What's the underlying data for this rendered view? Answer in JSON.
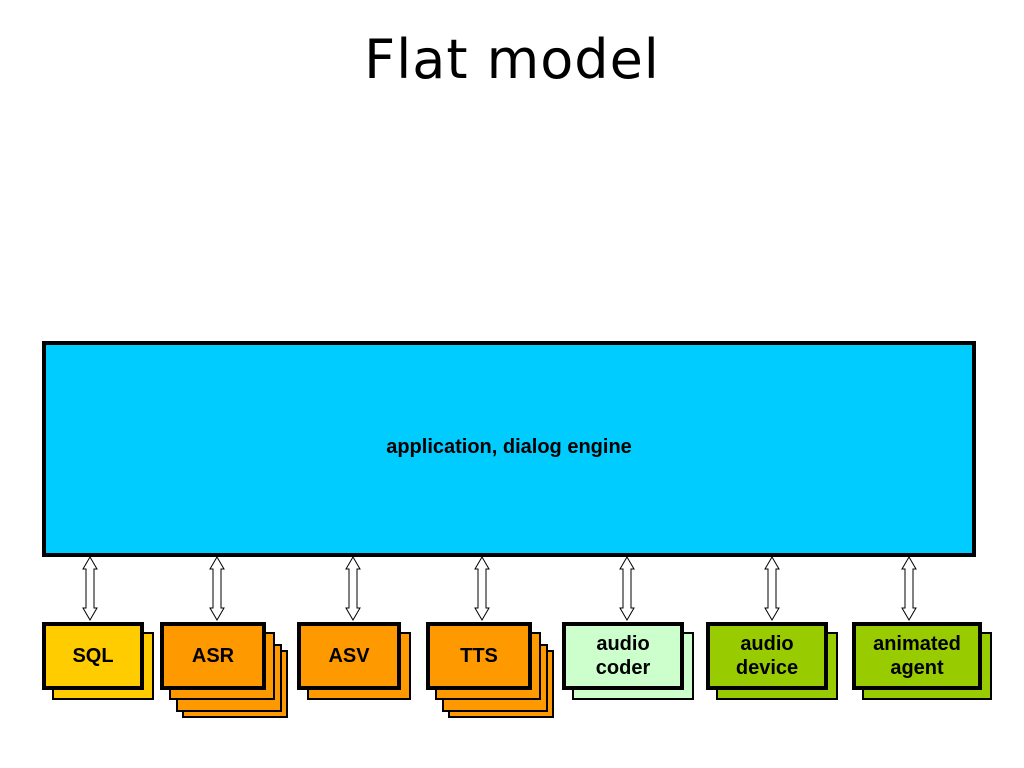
{
  "title": "Flat model",
  "engine": {
    "label": "application, dialog engine",
    "color": "#00ccff"
  },
  "modules": [
    {
      "id": "sql",
      "label": "SQL",
      "color": "#ffcc00",
      "stack": "single"
    },
    {
      "id": "asr",
      "label": "ASR",
      "color": "#ff9900",
      "stack": "multiple"
    },
    {
      "id": "asv",
      "label": "ASV",
      "color": "#ff9900",
      "stack": "single"
    },
    {
      "id": "tts",
      "label": "TTS",
      "color": "#ff9900",
      "stack": "multiple"
    },
    {
      "id": "audio-coder",
      "label": "audio\ncoder",
      "color": "#ccffcc",
      "stack": "single"
    },
    {
      "id": "audio-device",
      "label": "audio\ndevice",
      "color": "#99cc00",
      "stack": "single"
    },
    {
      "id": "animated-agent",
      "label": "animated\nagent",
      "color": "#99cc00",
      "stack": "single"
    }
  ],
  "connector_style": "double-headed-arrow"
}
